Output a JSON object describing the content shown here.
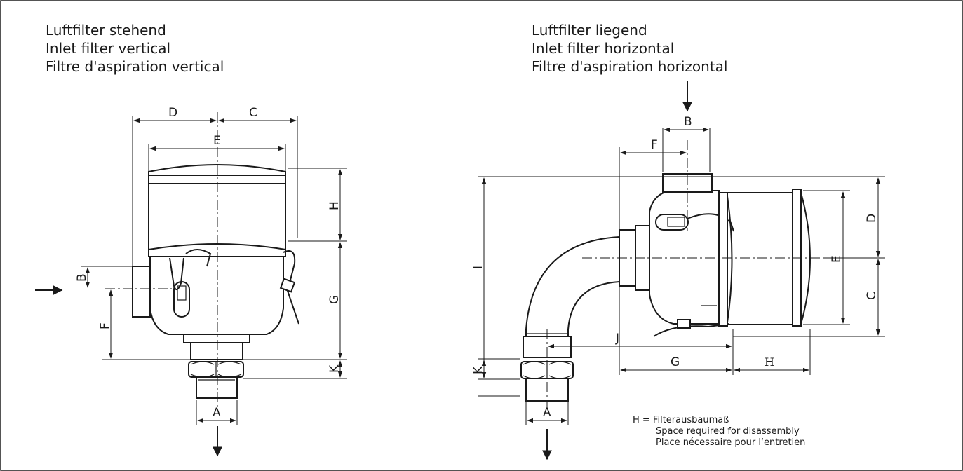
{
  "vertical": {
    "title": [
      "Luftfilter stehend",
      "Inlet filter vertical",
      "Filtre d'aspiration vertical"
    ],
    "dims": {
      "A": "A",
      "B": "B",
      "C": "C",
      "D": "D",
      "E": "E",
      "F": "F",
      "G": "G",
      "H": "H",
      "K": "K"
    }
  },
  "horizontal": {
    "title": [
      "Luftfilter liegend",
      "Inlet filter horizontal",
      "Filtre d'aspiration horizontal"
    ],
    "dims": {
      "A": "A",
      "B": "B",
      "C": "C",
      "D": "D",
      "E": "E",
      "F": "F",
      "G": "G",
      "H": "H",
      "I": "I",
      "J": "J",
      "K": "K"
    }
  },
  "legend": {
    "line1": "H = Filterausbaumaß",
    "line2": "Space required for disassembly",
    "line3": "Place nécessaire pour l‘entretien"
  }
}
